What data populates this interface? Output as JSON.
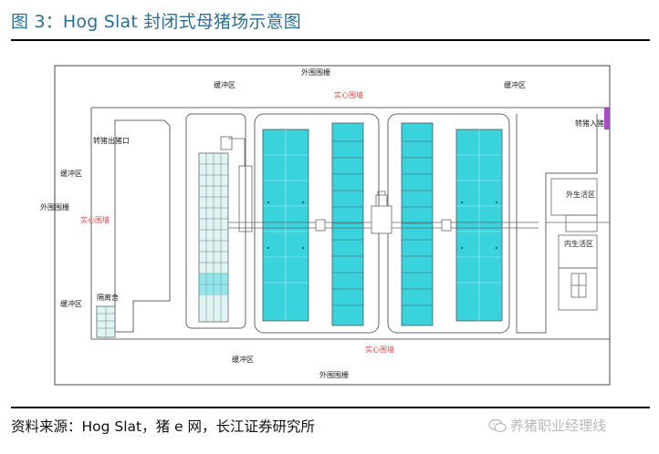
{
  "title": "图 3：Hog Slat 封闭式母猪场示意图",
  "source": "资料来源：Hog Slat，猪 e 网，长江证券研究所",
  "watermark": "养猪职业经理线",
  "labels": {
    "outer_fence": "外围围栅",
    "buffer_zone": "缓冲区",
    "solid_wall": "实心围墙",
    "transfer_pig_outlet": "转猪出猪口",
    "transfer_entrance": "转猪入猪",
    "isolation_house": "隔离舍",
    "outer_living_area": "外生活区",
    "inner_living_area": "内生活区"
  },
  "colors": {
    "title": "#2c6f93",
    "pen": "#39d3dd",
    "outline": "#555555",
    "red_text": "#d04a4a",
    "entrance_marker": "#a84cc2"
  },
  "icons": [
    "wechat-icon"
  ]
}
